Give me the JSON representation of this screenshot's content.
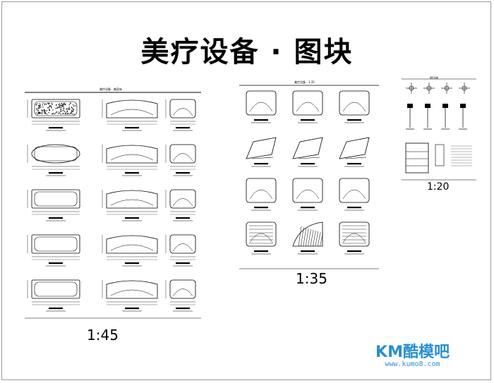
{
  "title": "美疗设备 · 图块",
  "scales": {
    "left": "1:45",
    "middle": "1:35",
    "right": "1:20"
  },
  "watermark": {
    "logo": "KM酷模吧",
    "url": "www.kumo8.com"
  },
  "left_sheet": {
    "header": "美疗设备 · 美容床"
  },
  "middle_sheet": {
    "header": "美疗设备 · 1:35"
  },
  "right_sheet": {
    "header": "美疗设备"
  }
}
